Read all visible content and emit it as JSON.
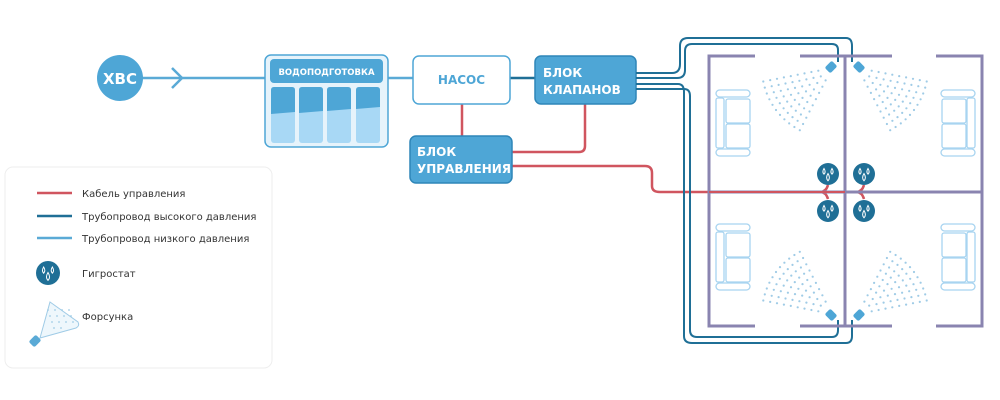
{
  "nodes": {
    "source": "ХВС",
    "water_treatment": "ВОДОПОДГОТОВКА",
    "pump": "НАСОС",
    "valve_block": [
      "БЛОК",
      "КЛАПАНОВ"
    ],
    "control_block": [
      "БЛОК",
      "УПРАВЛЕНИЯ"
    ]
  },
  "legend": {
    "items": [
      {
        "label": "Кабель управления",
        "type": "line",
        "color": "#d0555f"
      },
      {
        "label": "Трубопровод высокого давления",
        "type": "line",
        "color": "#1f6f96"
      },
      {
        "label": "Трубопровод низкого давления",
        "type": "line",
        "color": "#5aaad6"
      },
      {
        "label": "Гигростат",
        "type": "hygrostat-icon",
        "color": "#1f6f96"
      },
      {
        "label": "Форсунка",
        "type": "nozzle-icon",
        "color": "#5aaad6"
      }
    ]
  },
  "colors": {
    "cable": "#d0555f",
    "high_pressure": "#1f6f96",
    "low_pressure": "#5aaad6",
    "block_fill": "#4ea6d6",
    "wall": "#8a84b0",
    "furniture": "#a8d4f0"
  }
}
